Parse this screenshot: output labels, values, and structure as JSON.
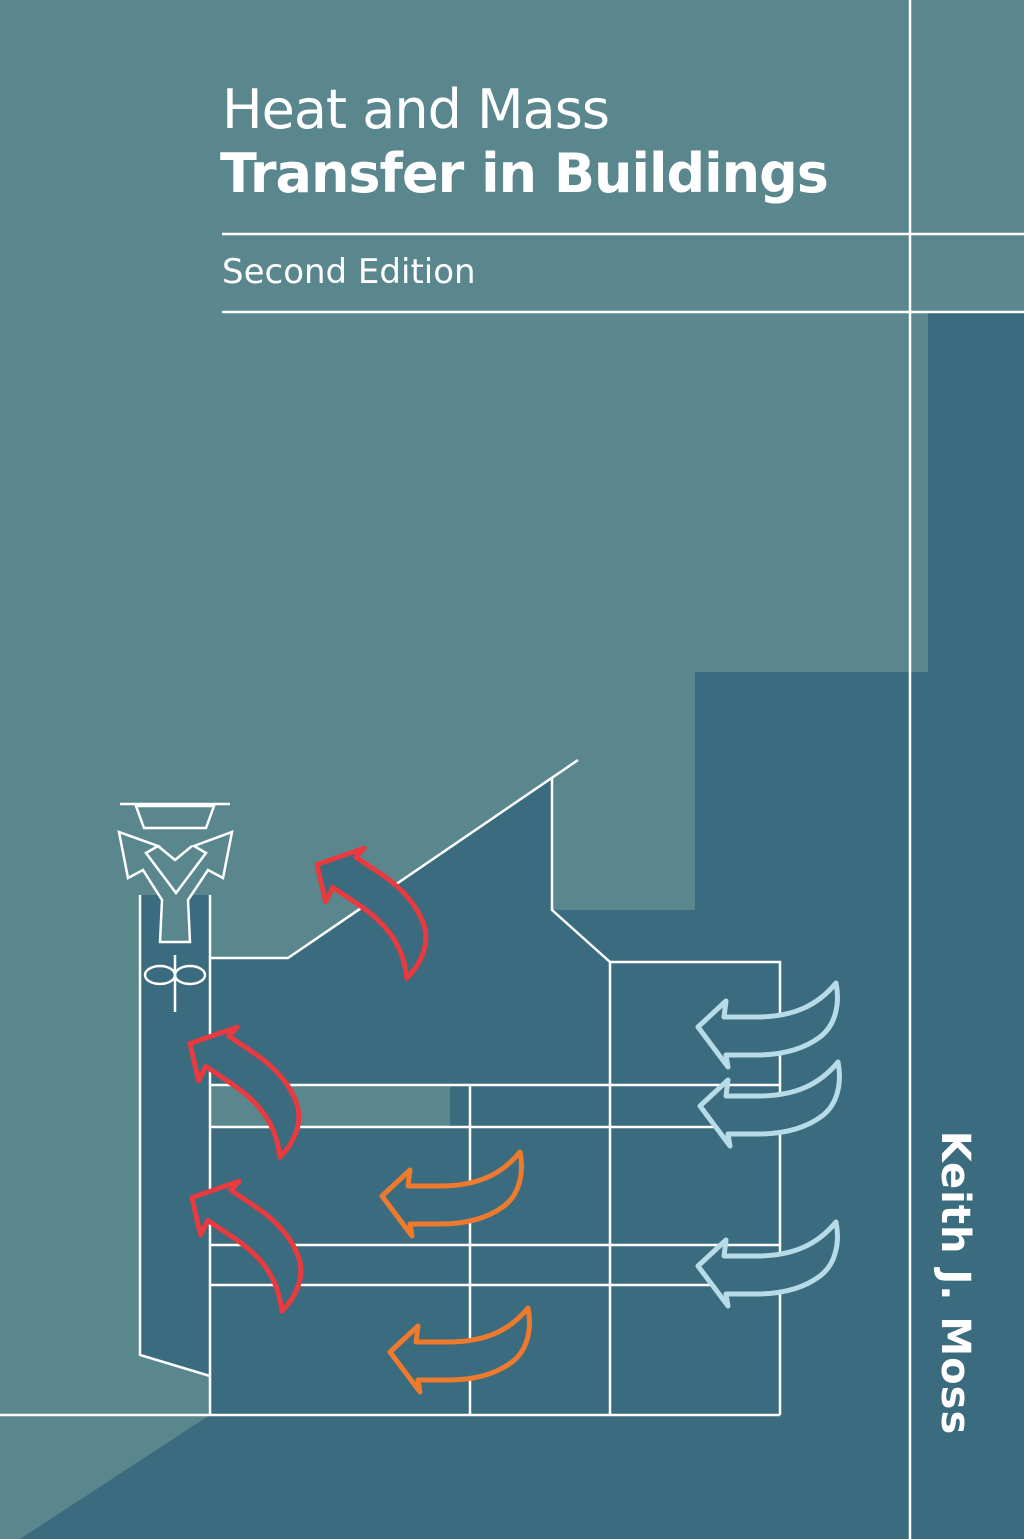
{
  "cover": {
    "title_line1": "Heat and Mass",
    "title_line2": "Transfer in Buildings",
    "edition": "Second Edition",
    "author": "Keith J. Moss"
  },
  "colors": {
    "background_light": "#5a878e",
    "background_dark": "#3a6b7e",
    "line": "#ffffff",
    "arrow_red": "#e83a3f",
    "arrow_orange": "#ee7a2e",
    "arrow_light_blue": "#b8dbe8"
  }
}
